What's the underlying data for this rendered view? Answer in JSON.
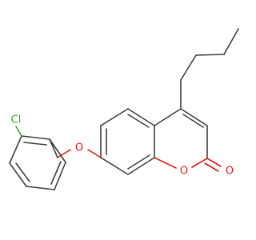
{
  "molecule": {
    "atoms": {
      "chlorine": "Cl",
      "ether_oxygen": "O",
      "ring_oxygen": "O",
      "carbonyl_oxygen": "O"
    },
    "colors": {
      "bond": "#404040",
      "oxygen": "#e41a1a",
      "chlorine": "#33a52a",
      "background": "#ffffff"
    }
  }
}
